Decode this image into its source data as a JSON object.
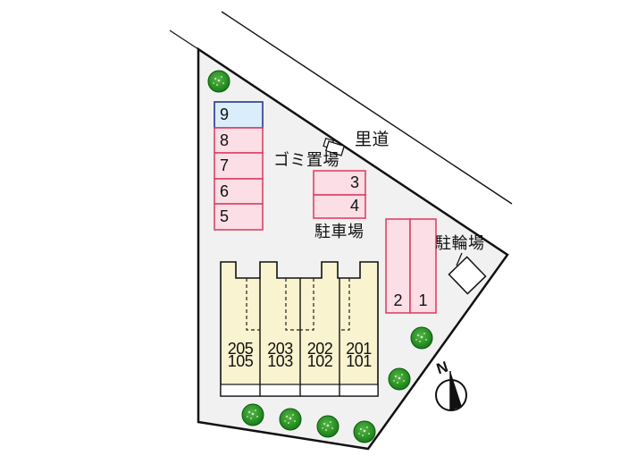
{
  "title": "apartment site plan",
  "labels": {
    "road": "里道",
    "garbage": "ゴミ置場",
    "parking": "駐車場",
    "bicycle": "駐輪場",
    "north": "N"
  },
  "parking": {
    "left_column": [
      "9",
      "8",
      "7",
      "6",
      "5"
    ],
    "middle_column": [
      "3",
      "4"
    ],
    "right_row": [
      "2",
      "1"
    ]
  },
  "building": {
    "units": [
      {
        "upper": "205",
        "lower": "105"
      },
      {
        "upper": "203",
        "lower": "103"
      },
      {
        "upper": "202",
        "lower": "102"
      },
      {
        "upper": "201",
        "lower": "101"
      }
    ]
  },
  "icons": {
    "tree": "tree-icon",
    "garbage_box": "garbage-box-icon",
    "bicycle_area": "bicycle-area-icon",
    "north_arrow": "north-arrow-icon"
  },
  "colors": {
    "site_fill": "#f1f1f1",
    "outline": "#111111",
    "stall_fill": "#fbdee6",
    "stall_border": "#dd4466",
    "reserved_stall_fill": "#d9edfa",
    "reserved_stall_border": "#27348b",
    "building_fill": "#faf3cf",
    "tree_green": "#2d9427"
  }
}
